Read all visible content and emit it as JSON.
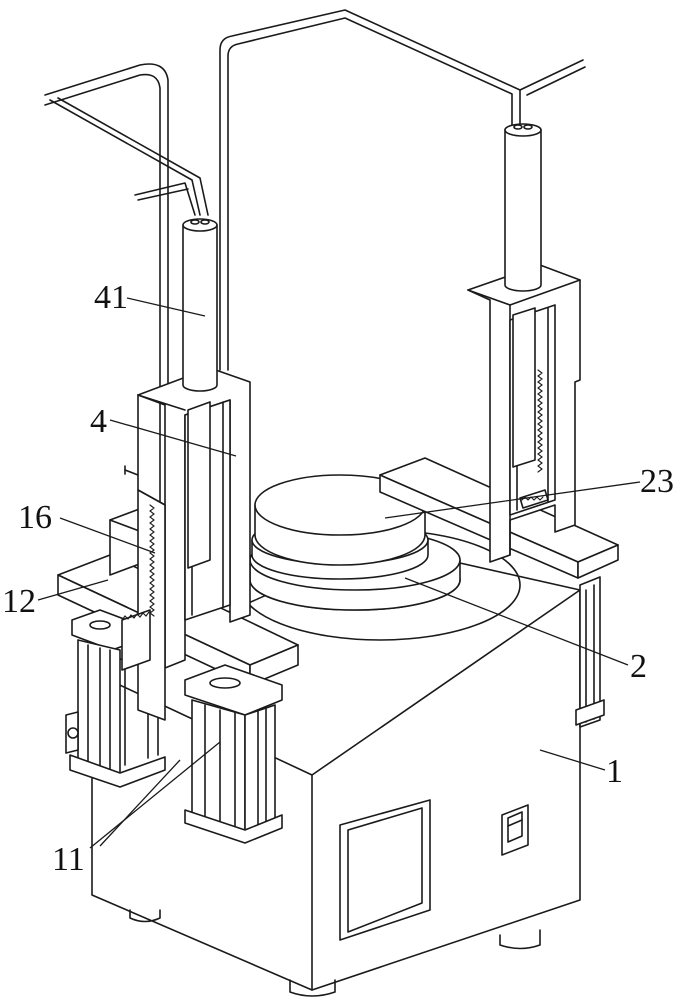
{
  "labels": {
    "l41": "41",
    "l4": "4",
    "l16": "16",
    "l12": "12",
    "l23": "23",
    "l2": "2",
    "l1": "1",
    "l11": "11"
  }
}
